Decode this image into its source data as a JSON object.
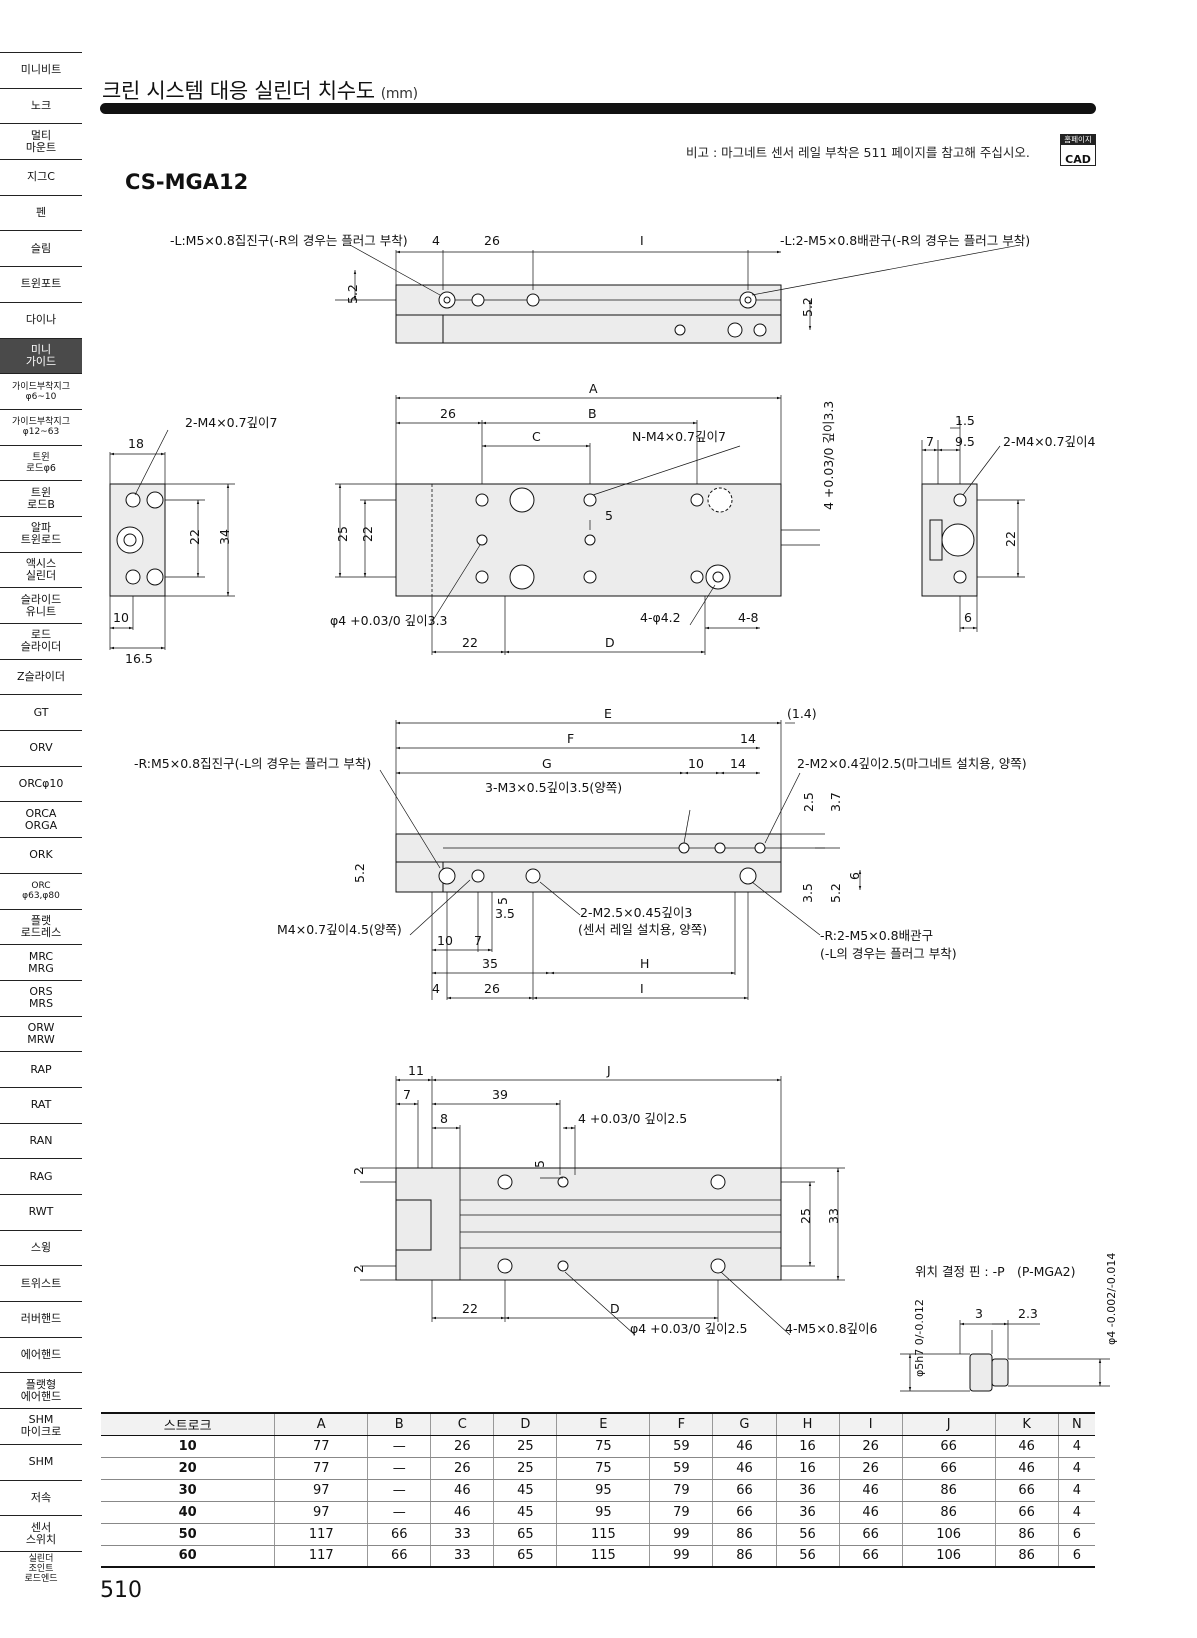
{
  "sidebar": {
    "items": [
      "미니비트",
      "노크",
      "멀티\n마운트",
      "지그C",
      "펜",
      "슬림",
      "트윈포트",
      "다이나",
      "미니\n가이드",
      "가이드부착지그\nφ6~10",
      "가이드부착지그\nφ12~63",
      "트윈\n로드φ6",
      "트윈\n로드B",
      "알파\n트윈로드",
      "액시스\n실린더",
      "슬라이드\n유니트",
      "로드\n슬라이더",
      "Z슬라이더",
      "GT",
      "ORV",
      "ORCφ10",
      "ORCA\nORGA",
      "ORK",
      "ORC\nφ63,φ80",
      "플랫\n로드레스",
      "MRC\nMRG",
      "ORS\nMRS",
      "ORW\nMRW",
      "RAP",
      "RAT",
      "RAN",
      "RAG",
      "RWT",
      "스윙",
      "트위스트",
      "러버핸드",
      "에어핸드",
      "플랫형\n에어핸드",
      "SHM\n마이크로",
      "SHM",
      "저속",
      "센서\n스위치",
      "실린더\n조인트\n로드엔드"
    ],
    "active_index": 8
  },
  "header": {
    "title": "크린 시스템 대응 실린더 치수도",
    "unit": "(mm)",
    "note": "비고 : 마그네트 센서 레일 부착은 511 페이지를 참고해 주십시오.",
    "cad_top": "홈페이지",
    "cad_bottom": "CAD",
    "model": "CS-MGA12"
  },
  "labels": {
    "top_left_port": "-L:M5×0.8집진구(-R의 경우는 플러그 부착)",
    "top_right_port": "-L:2-M5×0.8배관구(-R의 경우는 플러그 부착)",
    "d4": "4",
    "d26": "26",
    "dI": "I",
    "d52": "5.2",
    "dA": "A",
    "dB": "B",
    "dC": "C",
    "dD": "D",
    "dE": "E",
    "dF": "F",
    "dG": "G",
    "dH": "H",
    "dJ": "J",
    "n_tap": "N-M4×0.7깊이7",
    "tap_left": "2-M4×0.7깊이7",
    "tap_right": "2-M4×0.7깊이4",
    "d18": "18",
    "d22": "22",
    "d34": "34",
    "d10": "10",
    "d165": "16.5",
    "d25": "25",
    "d5": "5",
    "pin_hole": "φ4 +0.03/0 깊이3.3",
    "pin_hole_side": "4 +0.03/0 깊이3.3",
    "d4_42": "4-φ4.2",
    "d4_8": "4-8",
    "d15": "1.5",
    "d7": "7",
    "d95": "9.5",
    "d6": "6",
    "r_port": "-R:M5×0.8집진구(-L의 경우는 플러그 부착)",
    "m3": "3-M3×0.5깊이3.5(양쪽)",
    "m2": "2-M2×0.4깊이2.5(마그네트 설치용, 양쪽)",
    "d14a": "(1.4)",
    "d14": "14",
    "d25b": "2.5",
    "d37": "3.7",
    "d35": "3.5",
    "m4_side": "M4×0.7깊이4.5(양쪽)",
    "m25": "2-M2.5×0.45깊이3",
    "m25b": "(센서 레일 설치용, 양쪽)",
    "r_port2": "-R:2-M5×0.8배관구",
    "r_port2b": "(-L의 경우는 플러그 부착)",
    "d35b": "35",
    "d11": "11",
    "d39": "39",
    "d8": "8",
    "d2": "2",
    "d33": "33",
    "pin_hole_bot": "4 +0.03/0 깊이2.5",
    "pin_hole_bot2": "φ4 +0.03/0 깊이2.5",
    "m5_bot": "4-M5×0.8깊이6",
    "pin_title": "위치 결정 핀 : -P",
    "pin_model": "(P-MGA2)",
    "d3": "3",
    "d23": "2.3",
    "pin_d1": "φ4 -0.002/-0.014",
    "pin_d2": "φ5h7 0/-0.012"
  },
  "table": {
    "headers": [
      "스트로크",
      "A",
      "B",
      "C",
      "D",
      "E",
      "F",
      "G",
      "H",
      "I",
      "J",
      "K",
      "N"
    ],
    "rows": [
      [
        "10",
        "77",
        "—",
        "26",
        "25",
        "75",
        "59",
        "46",
        "16",
        "26",
        "66",
        "46",
        "4"
      ],
      [
        "20",
        "77",
        "—",
        "26",
        "25",
        "75",
        "59",
        "46",
        "16",
        "26",
        "66",
        "46",
        "4"
      ],
      [
        "30",
        "97",
        "—",
        "46",
        "45",
        "95",
        "79",
        "66",
        "36",
        "46",
        "86",
        "66",
        "4"
      ],
      [
        "40",
        "97",
        "—",
        "46",
        "45",
        "95",
        "79",
        "66",
        "36",
        "46",
        "86",
        "66",
        "4"
      ],
      [
        "50",
        "117",
        "66",
        "33",
        "65",
        "115",
        "99",
        "86",
        "56",
        "66",
        "106",
        "86",
        "6"
      ],
      [
        "60",
        "117",
        "66",
        "33",
        "65",
        "115",
        "99",
        "86",
        "56",
        "66",
        "106",
        "86",
        "6"
      ]
    ]
  },
  "page_number": "510"
}
